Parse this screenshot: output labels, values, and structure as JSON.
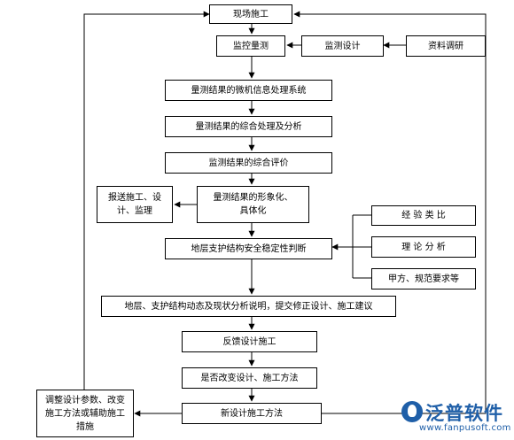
{
  "nodes": {
    "site_construction": "现场施工",
    "monitoring_measurement": "监控量测",
    "monitoring_design": "监测设计",
    "data_research": "资料调研",
    "microcomputer_processing": "量测结果的微机信息处理系统",
    "comprehensive_processing": "量测结果的综合处理及分析",
    "comprehensive_evaluation": "监测结果的综合评价",
    "visualization": "量测结果的形象化、具体化",
    "report": "报送施工、设计、监理",
    "experience_analogy": "经 验 类 比",
    "theoretical_analysis": "理 论 分 析",
    "client_specifications": "甲方、规范要求等",
    "stability_judgment": "地层支护结构安全稳定性判断",
    "dynamic_analysis": "地层、支护结构动态及现状分析说明，提交修正设计、施工建议",
    "feedback": "反馈设计施工",
    "change_decision": "是否改变设计、施工方法",
    "new_design": "新设计施工方法",
    "adjust_params": "调整设计参数、改变施工方法或辅助施工措施"
  },
  "logo": {
    "text": "泛普软件",
    "url": "www.fanpusoft.com"
  },
  "colors": {
    "line": "#000000",
    "box_border": "#000000",
    "brand": "#1f5fa8"
  }
}
